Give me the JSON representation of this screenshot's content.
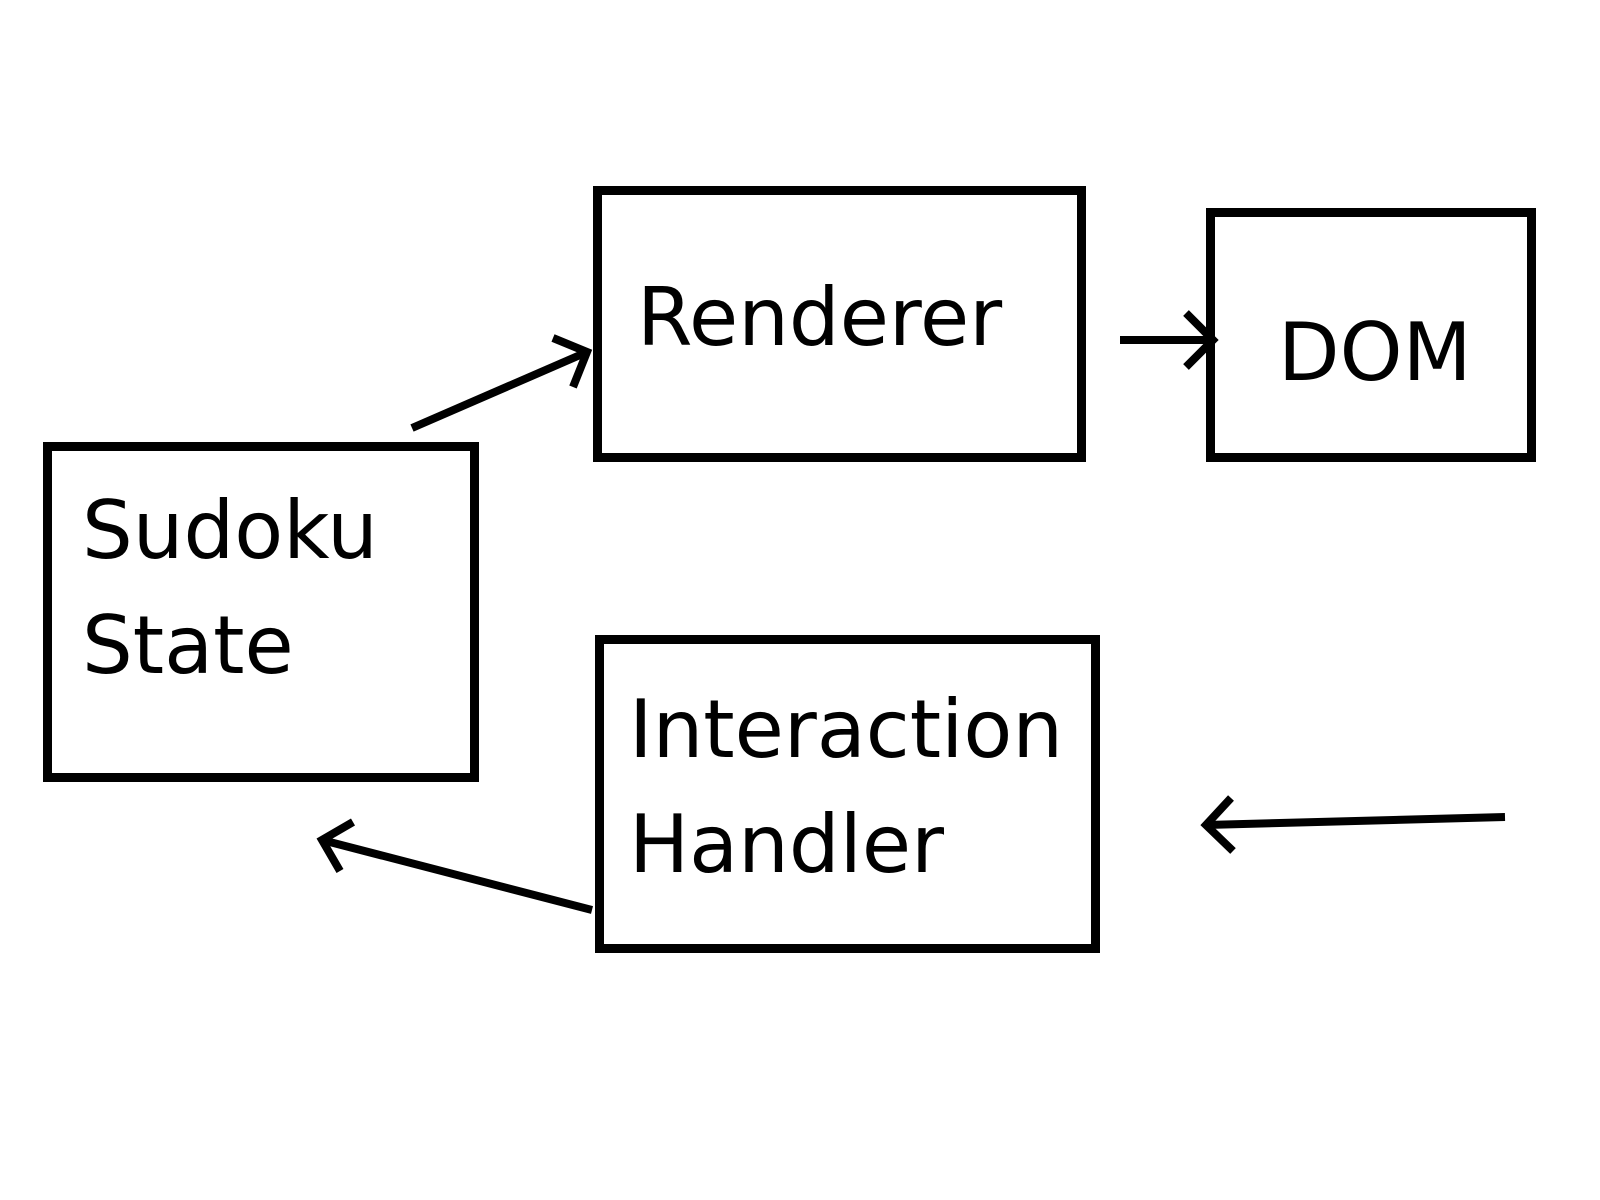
{
  "diagram": {
    "nodes": {
      "sudoku_state": {
        "line1": "Sudoku",
        "line2": "State"
      },
      "renderer": {
        "label": "Renderer"
      },
      "dom": {
        "label": "DOM"
      },
      "interaction_handler": {
        "line1": "Interaction",
        "line2": "Handler"
      }
    },
    "edges": [
      {
        "from": "Sudoku State",
        "to": "Renderer"
      },
      {
        "from": "Renderer",
        "to": "DOM"
      },
      {
        "from": "external",
        "to": "Interaction Handler"
      },
      {
        "from": "Interaction Handler",
        "to": "Sudoku State"
      }
    ],
    "colors": {
      "stroke": "#000000",
      "background": "#ffffff"
    }
  }
}
